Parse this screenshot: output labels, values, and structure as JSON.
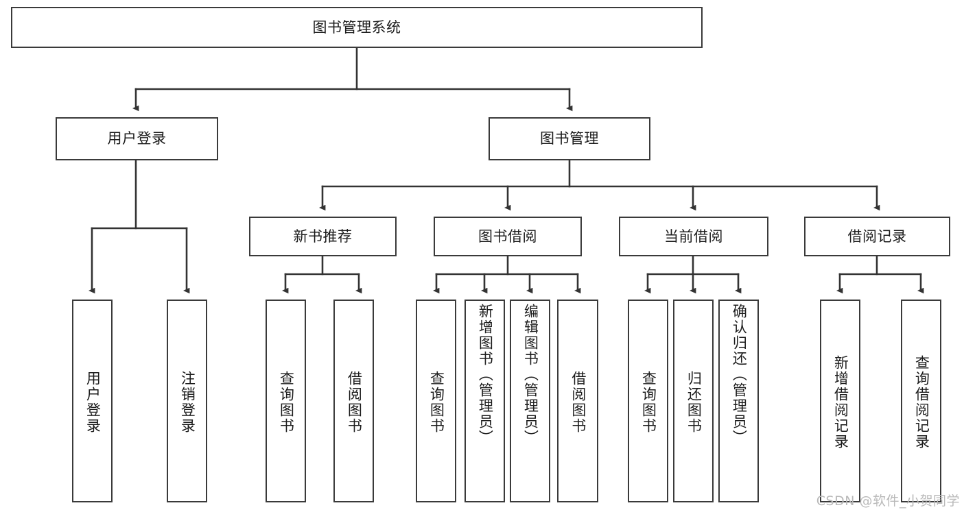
{
  "diagram": {
    "title": "图书管理系统",
    "type": "tree-hierarchy",
    "root": {
      "label": "图书管理系统"
    },
    "level1": [
      {
        "label": "用户登录"
      },
      {
        "label": "图书管理"
      }
    ],
    "level2": [
      {
        "label": "新书推荐"
      },
      {
        "label": "图书借阅"
      },
      {
        "label": "当前借阅"
      },
      {
        "label": "借阅记录"
      }
    ],
    "leaves": {
      "user_login": [
        {
          "label": "用户登录"
        },
        {
          "label": "注销登录"
        }
      ],
      "new_book_recommend": [
        {
          "label": "查询图书"
        },
        {
          "label": "借阅图书"
        }
      ],
      "book_borrow": [
        {
          "label": "查询图书"
        },
        {
          "label": "新增图书（管理员）"
        },
        {
          "label": "编辑图书（管理员）"
        },
        {
          "label": "借阅图书"
        }
      ],
      "current_borrow": [
        {
          "label": "查询图书"
        },
        {
          "label": "归还图书"
        },
        {
          "label": "确认归还（管理员）"
        }
      ],
      "borrow_record": [
        {
          "label": "新增借阅记录"
        },
        {
          "label": "查询借阅记录"
        }
      ]
    }
  },
  "watermark": {
    "text": "CSDN @软件_小贺同学"
  },
  "colors": {
    "box_border": "#3a3a3a",
    "edge": "#333333",
    "text": "#1c1c1c",
    "background": "#ffffff",
    "watermark": "#b9b9b9"
  }
}
